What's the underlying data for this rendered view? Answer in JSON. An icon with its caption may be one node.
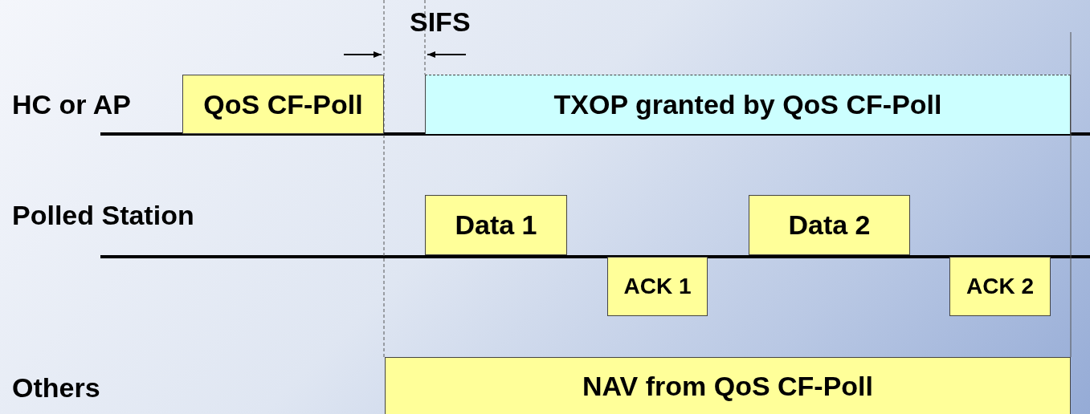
{
  "diagram": {
    "nodes": [
      {
        "text": [
          "QoS CF-Poll"
        ]
      },
      {
        "text": [
          "TXOP granted by QoS CF-Poll"
        ]
      },
      {
        "text": [
          "Data 1"
        ]
      },
      {
        "text": [
          "Data 2"
        ]
      },
      {
        "text": [
          "ACK 1"
        ]
      },
      {
        "text": [
          "ACK 2"
        ]
      },
      {
        "text": [
          "NAV from QoS CF-Poll"
        ]
      }
    ],
    "labels": [
      "SIFS",
      "HC or AP",
      "Polled Station",
      "Others"
    ]
  }
}
